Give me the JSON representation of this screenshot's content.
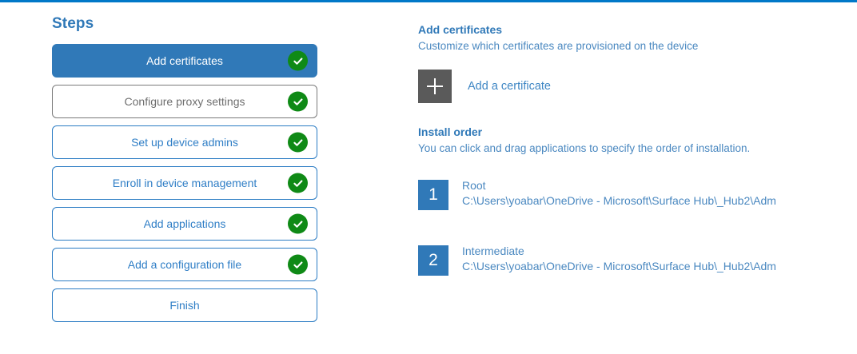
{
  "theme": {
    "accent": "#0078c8",
    "primary_blue": "#3079b8",
    "link_blue": "#4a88c0",
    "check_green": "#0f8a16",
    "tile_gray": "#5a5a5a",
    "muted_gray": "#6e6e6e"
  },
  "steps": {
    "title": "Steps",
    "items": [
      {
        "label": "Add certificates",
        "state": "active",
        "checked": true
      },
      {
        "label": "Configure proxy settings",
        "state": "muted",
        "checked": true
      },
      {
        "label": "Set up device admins",
        "state": "default",
        "checked": true
      },
      {
        "label": "Enroll in device management",
        "state": "default",
        "checked": true
      },
      {
        "label": "Add applications",
        "state": "default",
        "checked": true
      },
      {
        "label": "Add a configuration file",
        "state": "default",
        "checked": true
      },
      {
        "label": "Finish",
        "state": "default",
        "checked": false
      }
    ]
  },
  "detail": {
    "certificates": {
      "heading": "Add certificates",
      "subtitle": "Customize which certificates are provisioned on the device",
      "add_label": "Add a certificate",
      "add_icon": "plus-icon"
    },
    "install_order": {
      "heading": "Install order",
      "subtitle": "You can click and drag applications to specify the order of installation.",
      "items": [
        {
          "number": "1",
          "name": "Root",
          "path": "C:\\Users\\yoabar\\OneDrive - Microsoft\\Surface Hub\\_Hub2\\Adm"
        },
        {
          "number": "2",
          "name": "Intermediate",
          "path": "C:\\Users\\yoabar\\OneDrive - Microsoft\\Surface Hub\\_Hub2\\Adm"
        }
      ]
    }
  }
}
